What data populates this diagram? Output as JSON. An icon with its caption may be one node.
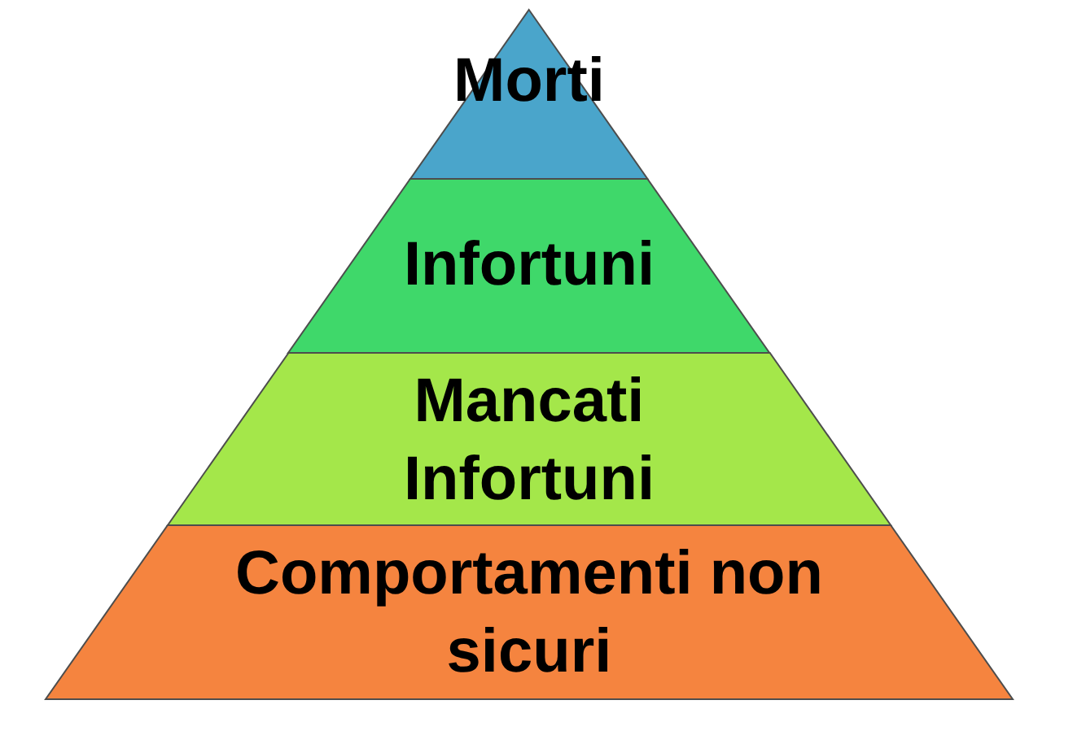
{
  "diagram": {
    "nodes": [
      {
        "text": [
          "Morti"
        ]
      },
      {
        "text": [
          "Infortuni"
        ]
      },
      {
        "text": [
          "Mancati Infortuni"
        ]
      },
      {
        "text": [
          "Comportamenti non sicuri"
        ]
      }
    ]
  }
}
